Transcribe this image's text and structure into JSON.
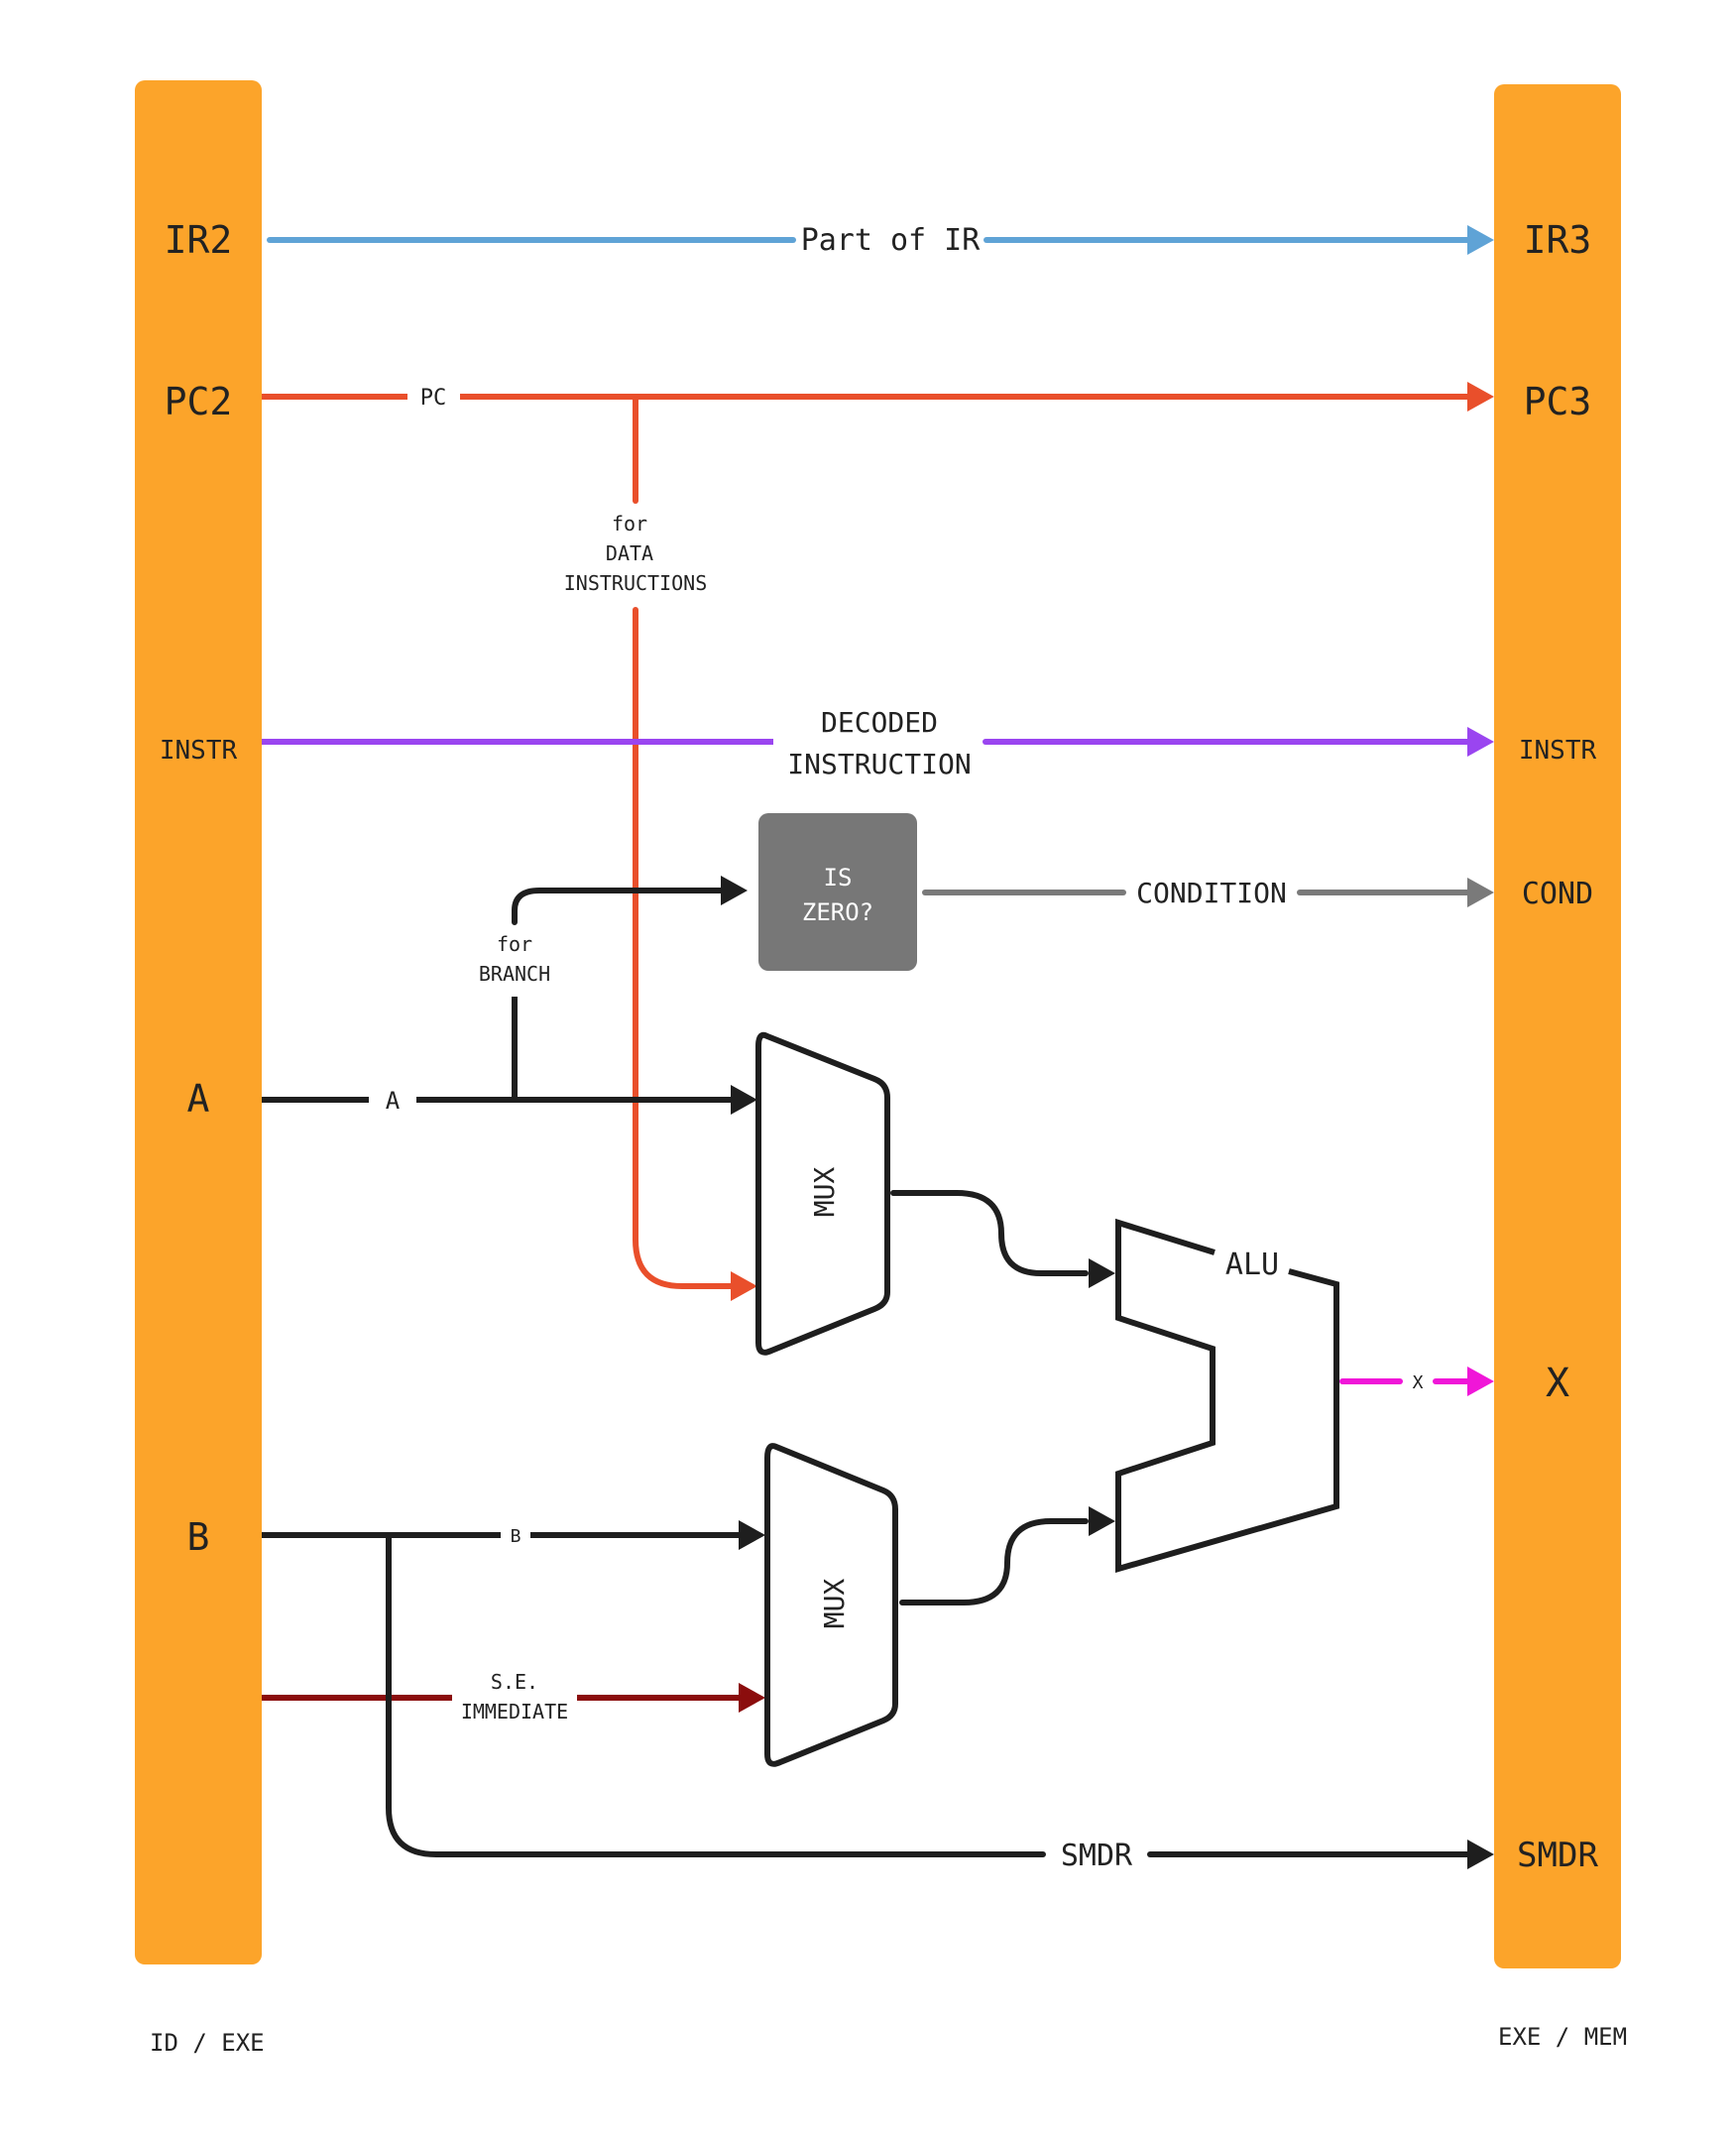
{
  "colors": {
    "register_bar": "#FCA42A",
    "ir_line": "#5FA3D6",
    "pc_line": "#E94F2B",
    "instr_line": "#9A45F0",
    "cond_line": "#7A7A7A",
    "wire": "#1E1E1E",
    "immediate_line": "#8B0D0D",
    "x_line": "#F016D8",
    "zero_box": "#777777"
  },
  "left_stage": {
    "caption": "ID / EXE",
    "registers": {
      "ir": "IR2",
      "pc": "PC2",
      "instr": "INSTR",
      "a": "A",
      "b": "B"
    }
  },
  "right_stage": {
    "caption": "EXE / MEM",
    "registers": {
      "ir": "IR3",
      "pc": "PC3",
      "instr": "INSTR",
      "cond": "COND",
      "x": "X",
      "smdr": "SMDR"
    }
  },
  "signals": {
    "ir": "Part of IR",
    "pc": "PC",
    "pc_branch": [
      "for",
      "DATA",
      "INSTRUCTIONS"
    ],
    "instr": [
      "DECODED",
      "INSTRUCTION"
    ],
    "condition": "CONDITION",
    "branch": [
      "for",
      "BRANCH"
    ],
    "a": "A",
    "b": "B",
    "immediate": [
      "S.E.",
      "IMMEDIATE"
    ],
    "x": "X",
    "smdr": "SMDR"
  },
  "components": {
    "zero_check": [
      "IS",
      "ZERO?"
    ],
    "mux_top": "MUX",
    "mux_bottom": "MUX",
    "alu": "ALU"
  }
}
